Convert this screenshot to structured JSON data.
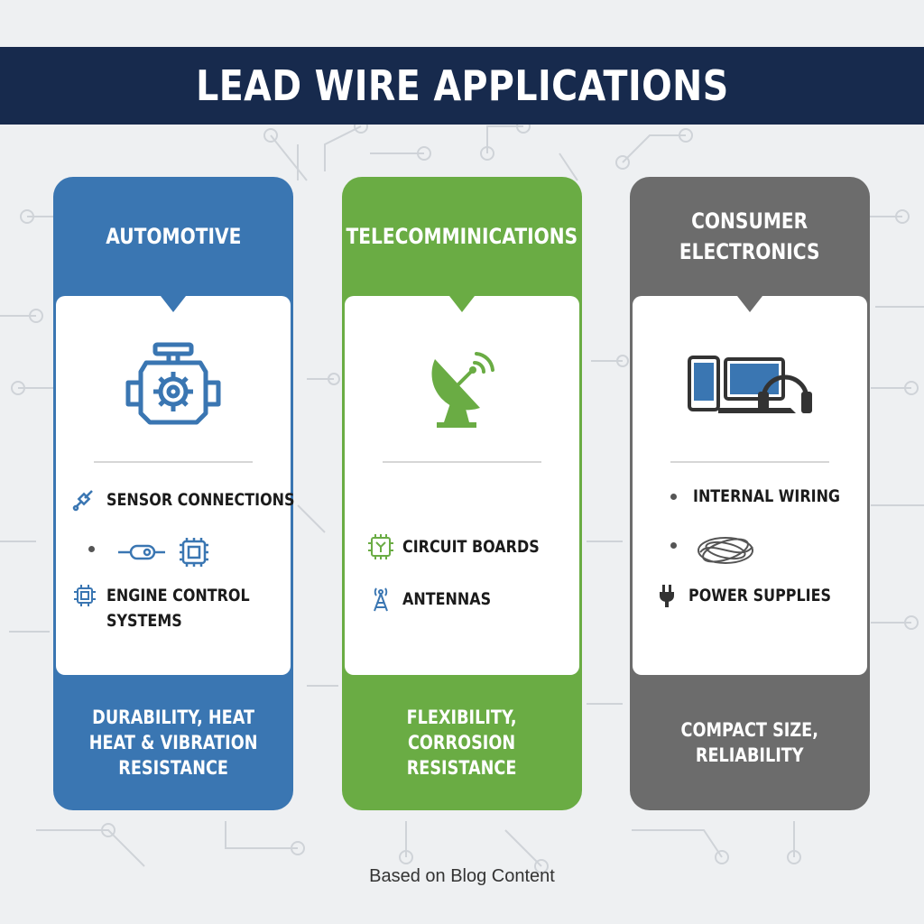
{
  "title": "LEAD WIRE APPLICATIONS",
  "colors": {
    "header": "#172a4d",
    "automotive": "#3a76b2",
    "telecommunications": "#6aac44",
    "consumer": "#6c6c6c",
    "background": "#eef0f2"
  },
  "columns": [
    {
      "heading": [
        "AUTOMOTIVE"
      ],
      "icon": "engine-icon",
      "items": [
        {
          "icon": "sensor-connector-icon",
          "label": "SENSOR CONNECTIONS"
        },
        {
          "icon": "connector-chip-icon",
          "label": ""
        },
        {
          "icon": "ecu-chip-icon",
          "label_lines": [
            "ENGINE CONTROL",
            "SYSTEMS"
          ]
        }
      ],
      "footer": [
        "DURABILITY, HEAT",
        "HEAT & VIBRATION",
        "RESISTANCE"
      ]
    },
    {
      "heading": [
        "TELECOMMINICATIONS"
      ],
      "icon": "satellite-dish-icon",
      "items": [
        {
          "icon": "circuit-board-icon",
          "label": "CIRCUIT BOARDS"
        },
        {
          "icon": "antenna-tower-icon",
          "label": "ANTENNAS"
        }
      ],
      "footer": [
        "FLEXIBILITY,",
        "CORROSION",
        "RESISTANCE"
      ]
    },
    {
      "heading": [
        "CONSUMER",
        "ELECTRONICS"
      ],
      "icon": "devices-icon",
      "items": [
        {
          "icon": "bullet",
          "label": "INTERNAL WIRING"
        },
        {
          "icon": "tangled-wire-icon",
          "label": ""
        },
        {
          "icon": "power-plug-icon",
          "label": "POWER SUPPLIES"
        }
      ],
      "footer": [
        "COMPACT SIZE,",
        "RELIABILITY"
      ]
    }
  ],
  "footer_note": "Based on Blog Content"
}
